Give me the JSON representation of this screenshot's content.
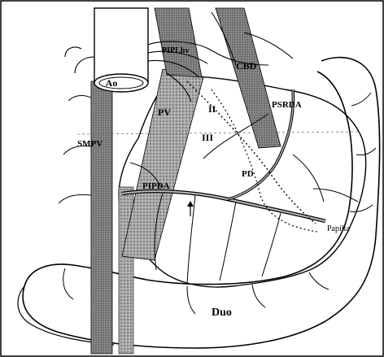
{
  "labels": {
    "ao": "Ao",
    "piplhv": "PIPLhv",
    "cbd": "CBD",
    "pv": "PV",
    "ii": "II",
    "iii": "III",
    "psrda": "PSRDA",
    "smpv": "SMPV",
    "pd": "PD",
    "pipda": "PIPDA",
    "papilla": "Papilla",
    "duo": "Duo"
  },
  "colors": {
    "ink": "#000000",
    "vessel_dark": "#6f6f6f",
    "vessel_mid": "#9a9a9a",
    "vessel_light": "#c8c8c8",
    "paper": "#ffffff"
  }
}
